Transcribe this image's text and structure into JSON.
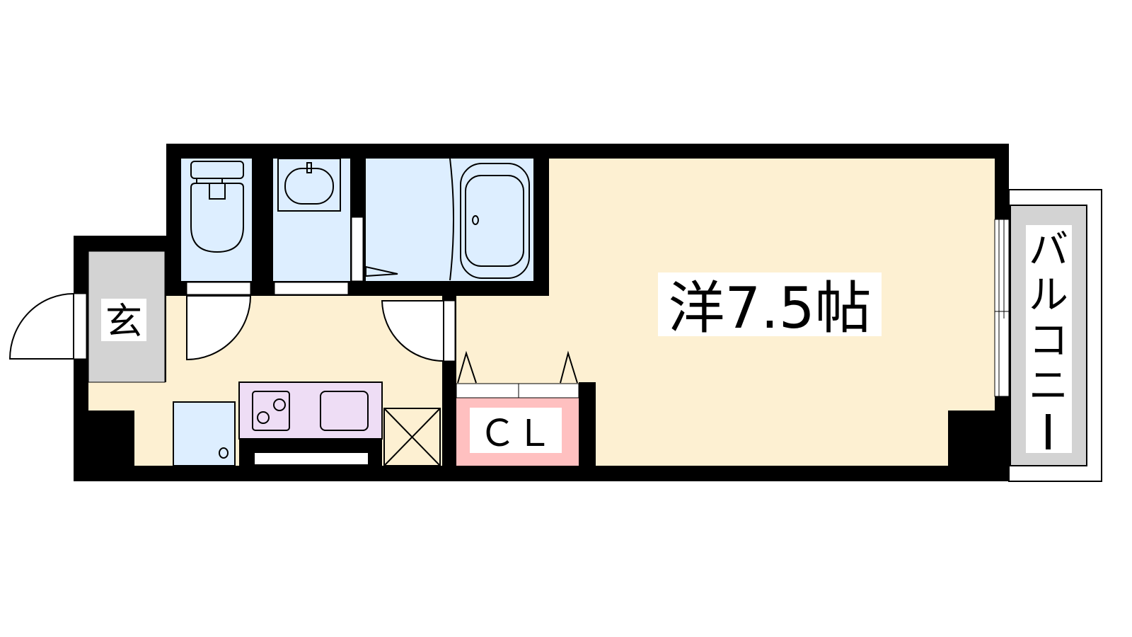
{
  "floorplan": {
    "rooms": {
      "western_room": "洋7.5帖",
      "entrance": "玄",
      "closet": "ＣＬ",
      "balcony": [
        "バ",
        "ル",
        "コ",
        "ニ",
        "ー"
      ]
    },
    "colors": {
      "wall": "#000000",
      "floor": "#FDF0D2",
      "wet_area": "#DDEEFF",
      "entrance": "#D3D3D3",
      "kitchen": "#EEDDF5",
      "closet": "#FFC0C0",
      "balcony": "#D3D3D3"
    }
  }
}
